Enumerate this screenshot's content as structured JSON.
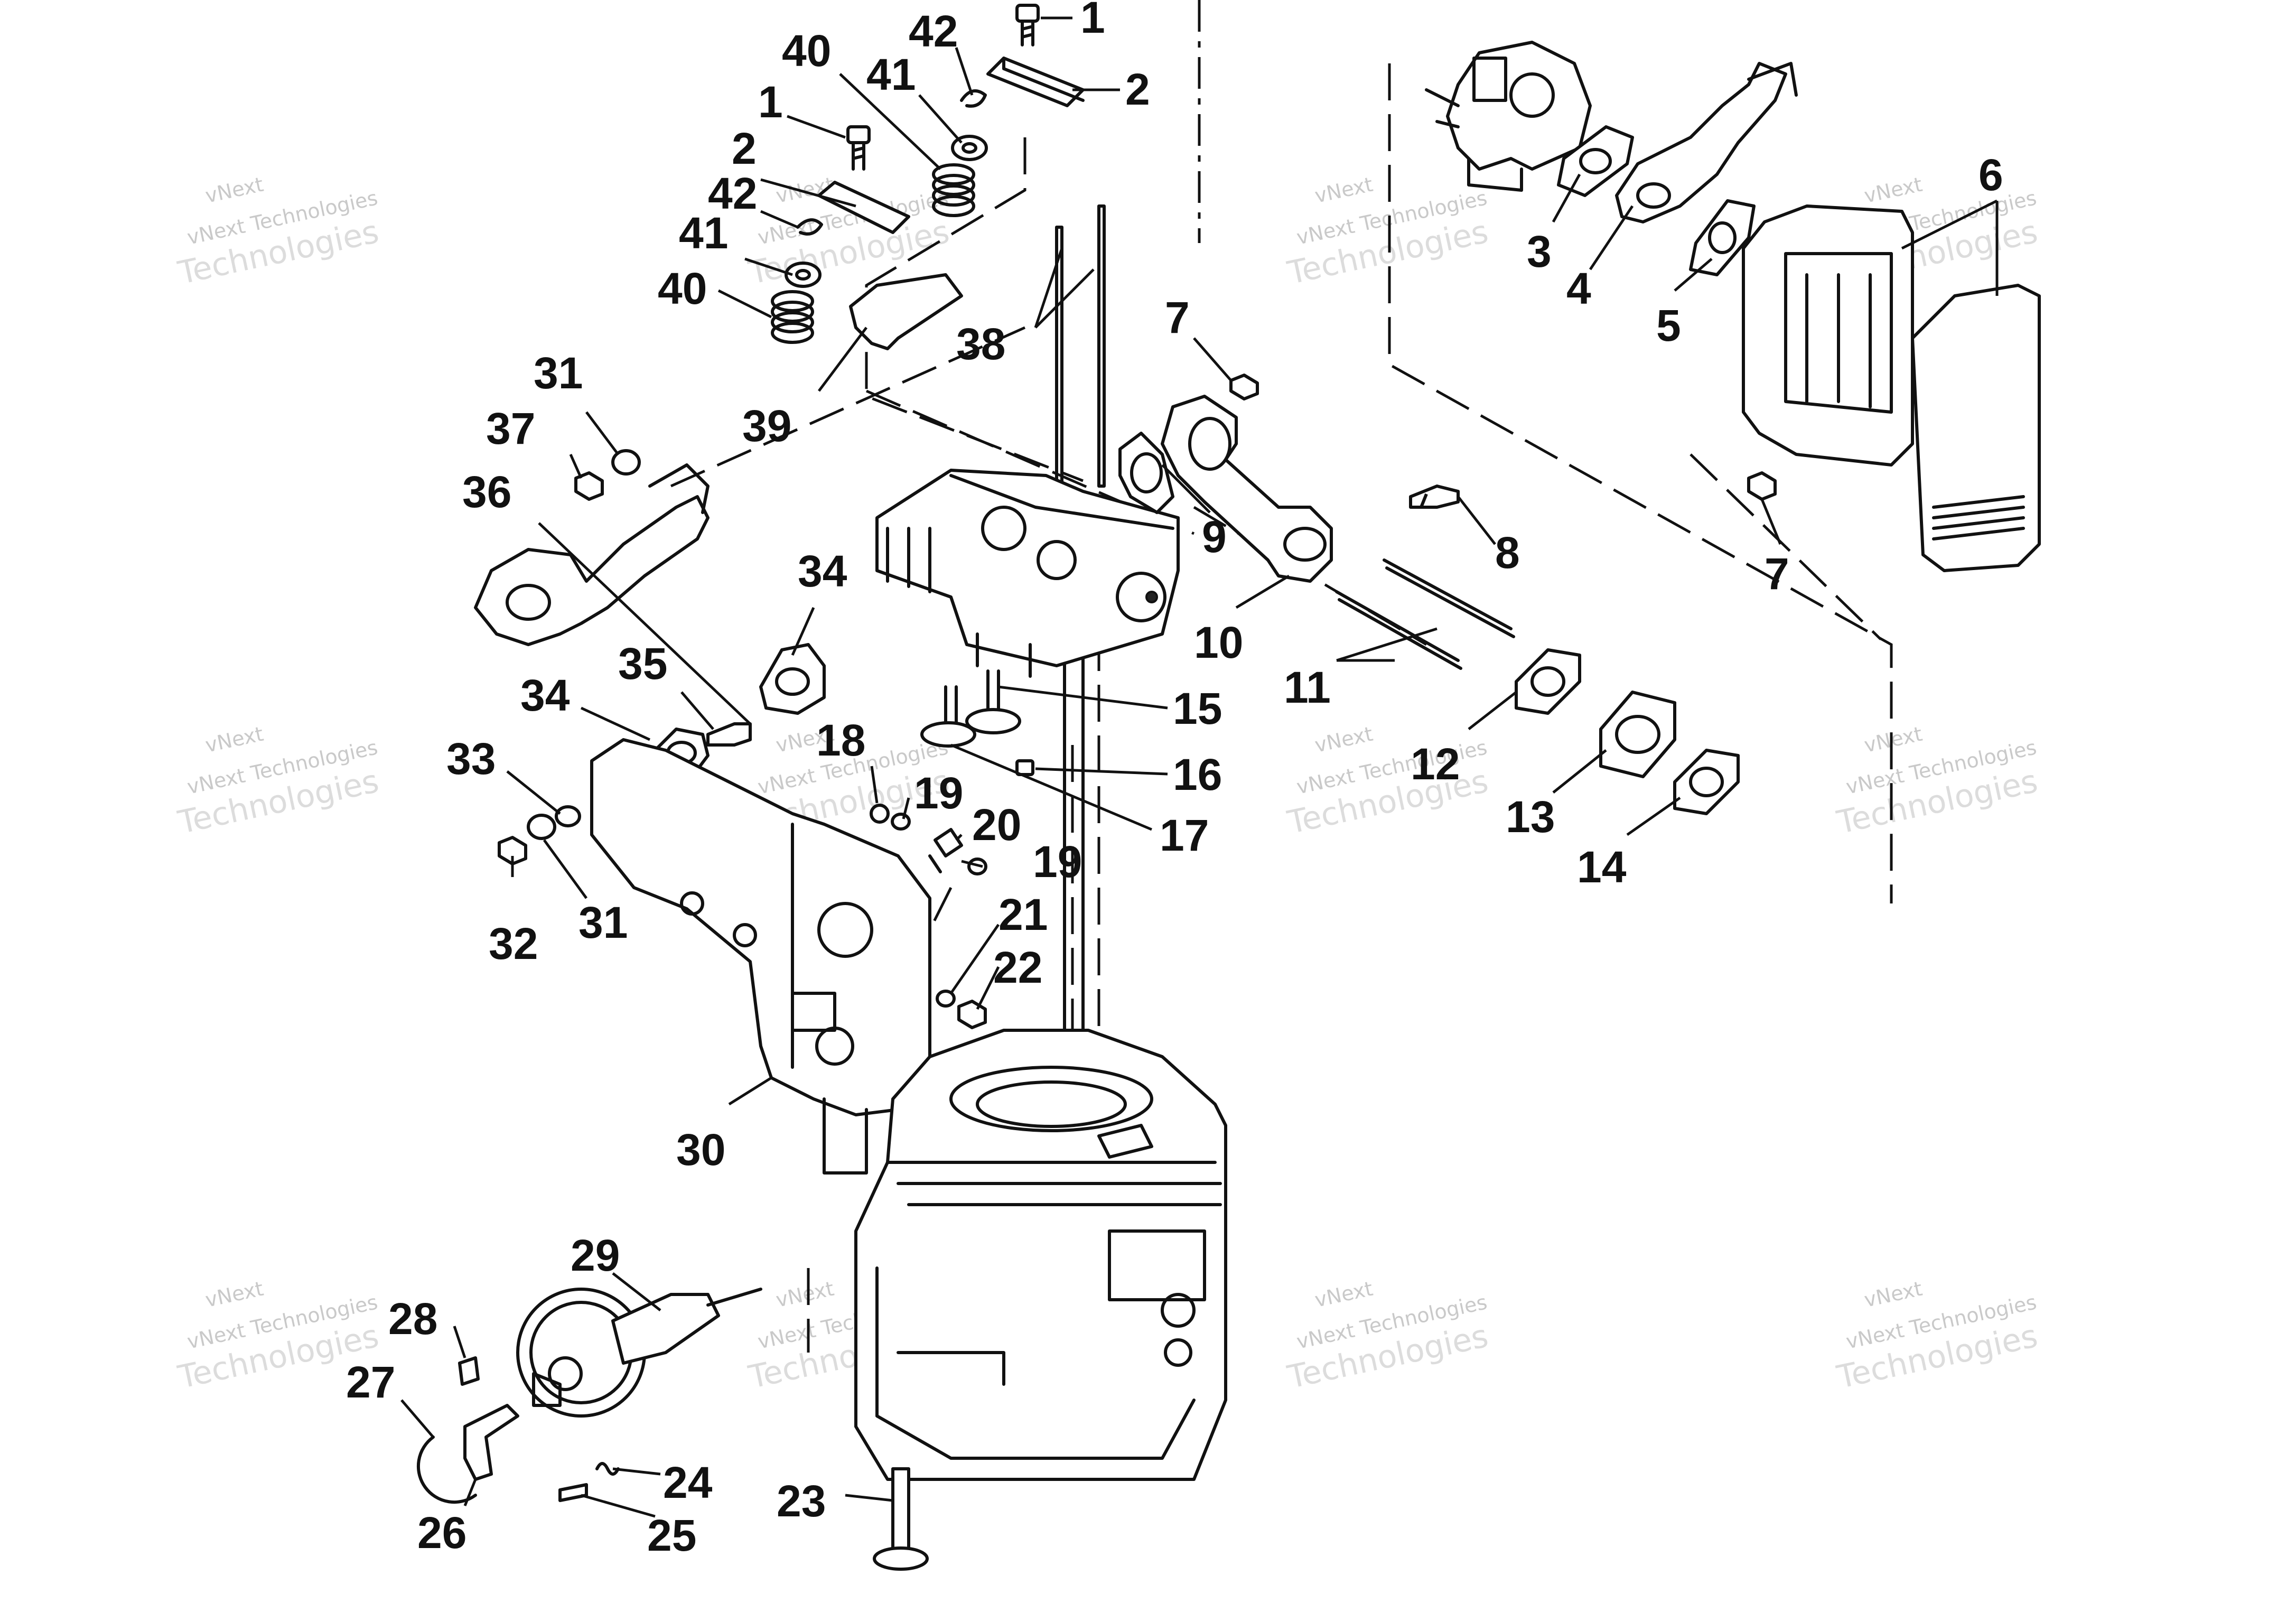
{
  "callouts": [
    {
      "id": "1a",
      "label": "1"
    },
    {
      "id": "2a",
      "label": "2"
    },
    {
      "id": "42a",
      "label": "42"
    },
    {
      "id": "40a",
      "label": "40"
    },
    {
      "id": "41a",
      "label": "41"
    },
    {
      "id": "1b",
      "label": "1"
    },
    {
      "id": "2b",
      "label": "2"
    },
    {
      "id": "42b",
      "label": "42"
    },
    {
      "id": "41b",
      "label": "41"
    },
    {
      "id": "40b",
      "label": "40"
    },
    {
      "id": "38",
      "label": "38"
    },
    {
      "id": "39",
      "label": "39"
    },
    {
      "id": "31a",
      "label": "31"
    },
    {
      "id": "37",
      "label": "37"
    },
    {
      "id": "36",
      "label": "36"
    },
    {
      "id": "34a",
      "label": "34"
    },
    {
      "id": "34b",
      "label": "34"
    },
    {
      "id": "35",
      "label": "35"
    },
    {
      "id": "33",
      "label": "33"
    },
    {
      "id": "32",
      "label": "32"
    },
    {
      "id": "31b",
      "label": "31"
    },
    {
      "id": "18",
      "label": "18"
    },
    {
      "id": "19a",
      "label": "19"
    },
    {
      "id": "20",
      "label": "20"
    },
    {
      "id": "19b",
      "label": "19"
    },
    {
      "id": "21",
      "label": "21"
    },
    {
      "id": "22",
      "label": "22"
    },
    {
      "id": "15",
      "label": "15"
    },
    {
      "id": "16",
      "label": "16"
    },
    {
      "id": "17",
      "label": "17"
    },
    {
      "id": "7a",
      "label": "7"
    },
    {
      "id": "9",
      "label": "9"
    },
    {
      "id": "10",
      "label": "10"
    },
    {
      "id": "8",
      "label": "8"
    },
    {
      "id": "11",
      "label": "11"
    },
    {
      "id": "12",
      "label": "12"
    },
    {
      "id": "13",
      "label": "13"
    },
    {
      "id": "14",
      "label": "14"
    },
    {
      "id": "3",
      "label": "3"
    },
    {
      "id": "4",
      "label": "4"
    },
    {
      "id": "5",
      "label": "5"
    },
    {
      "id": "6",
      "label": "6"
    },
    {
      "id": "7b",
      "label": "7"
    },
    {
      "id": "30",
      "label": "30"
    },
    {
      "id": "29",
      "label": "29"
    },
    {
      "id": "28",
      "label": "28"
    },
    {
      "id": "27",
      "label": "27"
    },
    {
      "id": "26",
      "label": "26"
    },
    {
      "id": "24",
      "label": "24"
    },
    {
      "id": "25",
      "label": "25"
    },
    {
      "id": "23",
      "label": "23"
    }
  ],
  "watermark": {
    "line1": "vNext",
    "line2": "vNext Technologies",
    "line3": "Technologies"
  }
}
